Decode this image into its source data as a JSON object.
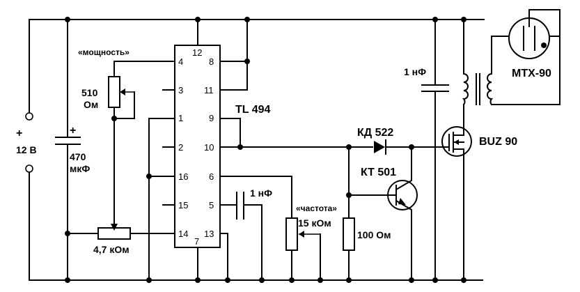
{
  "ic": {
    "name": "TL 494",
    "pins": {
      "p1": "1",
      "p2": "2",
      "p3": "3",
      "p4": "4",
      "p5": "5",
      "p6": "6",
      "p7": "7",
      "p8": "8",
      "p9": "9",
      "p10": "10",
      "p11": "11",
      "p12": "12",
      "p13": "13",
      "p14": "14",
      "p15": "15",
      "p16": "16"
    }
  },
  "power": {
    "label": "12 В",
    "plus_top": "+",
    "minus_bottom": "−"
  },
  "cap_470": {
    "plus": "+",
    "value": "470",
    "unit": "мкФ"
  },
  "pot_power": {
    "caption": "«мощность»",
    "value": "510",
    "unit": "Ом"
  },
  "pot_47k": {
    "value": "4,7 кОм"
  },
  "cap_timing": {
    "value": "1 нФ"
  },
  "pot_freq": {
    "caption": "«частота»",
    "value": "15 кОм"
  },
  "res_100": {
    "value": "100 Ом"
  },
  "transistor_kt": {
    "label": "КТ 501"
  },
  "diode": {
    "label": "КД 522"
  },
  "cap_top": {
    "value": "1 нФ"
  },
  "mosfet": {
    "label": "BUZ 90"
  },
  "lamp": {
    "label": "МТХ-90"
  }
}
